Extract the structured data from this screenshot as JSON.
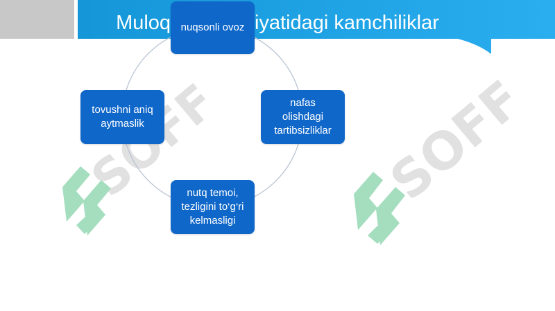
{
  "title": "Muloqot madaniyatidagi kamchiliklar",
  "diagram": {
    "nodes": [
      {
        "id": "top",
        "label": "nuqsonli ovoz"
      },
      {
        "id": "right",
        "label": "nafas\nolishdagi\ntartibsizliklar"
      },
      {
        "id": "bottom",
        "label": "nutq temoi,\ntezligini to‘g‘ri\nkelmasligi"
      },
      {
        "id": "left",
        "label": "tovushni aniq\naytmaslik"
      }
    ]
  },
  "watermark": {
    "text": "SOFF",
    "count": 2
  },
  "colors": {
    "header_blue": "#1aa3e6",
    "node_blue": "#0f67c9",
    "ring": "#b8c4d2",
    "watermark_green": "#5bc48a",
    "watermark_gray": "#c9c9c9"
  }
}
